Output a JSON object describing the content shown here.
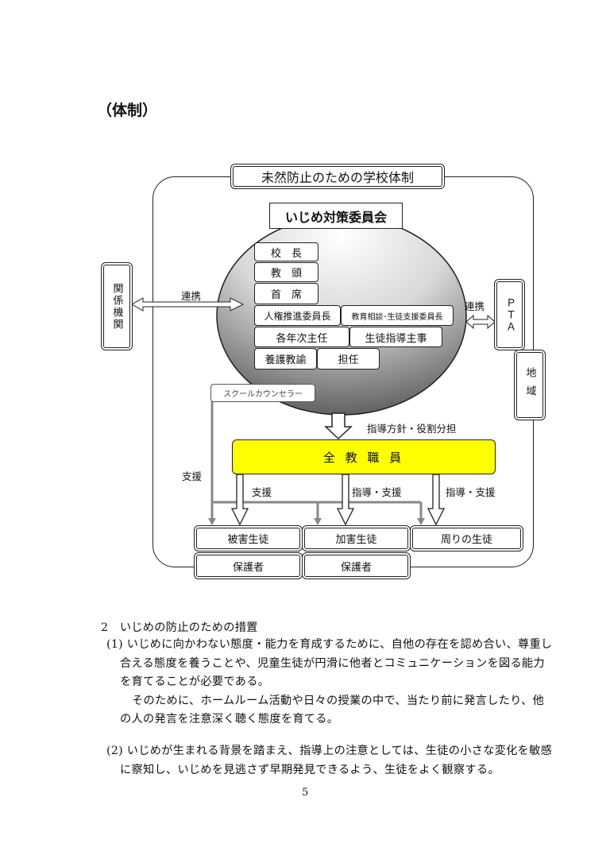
{
  "heading": "（体制）",
  "diagram": {
    "title": "未然防止のための学校体制",
    "committee": "いじめ対策委員会",
    "members": [
      "校　長",
      "教　頭",
      "首　席",
      "人権推進委員長",
      "教育相談･生徒支援委員長",
      "各年次主任",
      "生徒指導主事",
      "養護教諭",
      "担任"
    ],
    "counselor": "スクールカウンセラー",
    "related_agencies": "関係機関",
    "pta": "ＰＴＡ",
    "community": "地域",
    "link_left": "連携",
    "link_right": "連携",
    "policy_label": "指導方針・役割分担",
    "all_staff": "全 教 職 員",
    "support_left": "支援",
    "arrow_labels": [
      "支援",
      "指導・支援",
      "指導・支援"
    ],
    "students": [
      "被害生徒",
      "加害生徒",
      "周りの生徒"
    ],
    "guardians": [
      "保護者",
      "保護者"
    ],
    "colors": {
      "all_staff_fill": "#ffff00",
      "counselor_line": "#888888"
    }
  },
  "section": {
    "title": "2　いじめの防止のための措置",
    "item1_lines": [
      "(1) いじめに向かわない態度・能力を育成するために、自他の存在を認め合い、尊重し",
      "合える態度を養うことや、児童生徒が円滑に他者とコミュニケーションを図る能力",
      "を育てることが必要である。",
      "そのために、ホームルーム活動や日々の授業の中で、当たり前に発言したり、他",
      "の人の発言を注意深く聴く態度を育てる。"
    ],
    "item2_lines": [
      "(2) いじめが生まれる背景を踏まえ、指導上の注意としては、生徒の小さな変化を敏感",
      "に察知し、いじめを見逃さず早期発見できるよう、生徒をよく観察する。"
    ]
  },
  "page_number": "5"
}
